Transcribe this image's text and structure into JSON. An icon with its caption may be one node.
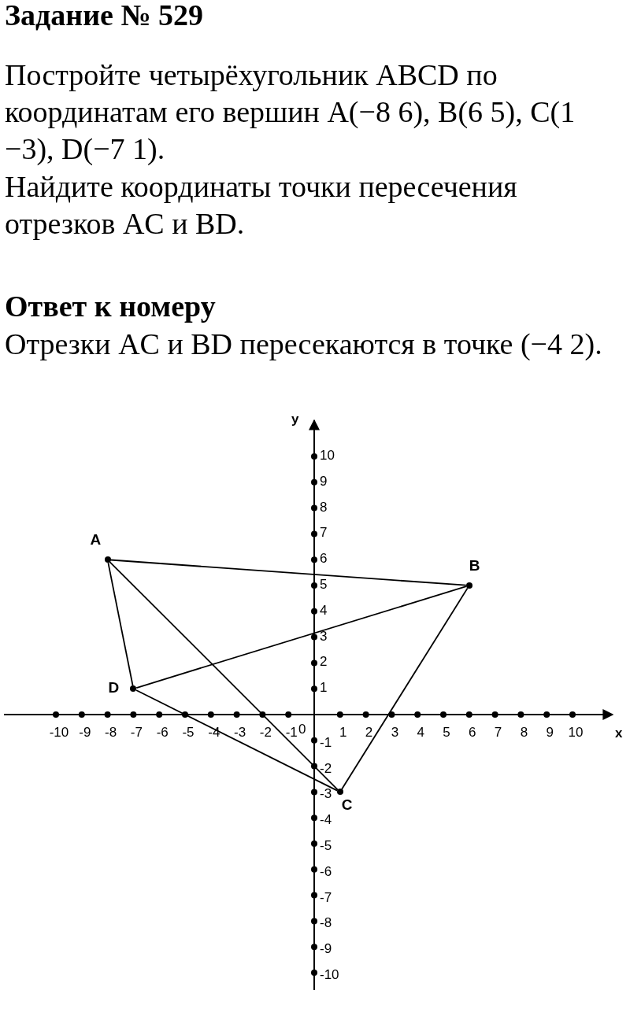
{
  "diagram": {
    "title": "Задание № 529",
    "nodes": [
      {
        "text": [],
        "shape": "circle",
        "beside": [
          "A"
        ]
      },
      {
        "text": [],
        "shape": "circle",
        "beside": [
          "B"
        ]
      },
      {
        "text": [],
        "shape": "circle",
        "beside": [
          "C"
        ]
      },
      {
        "text": [],
        "shape": "circle",
        "beside": [
          "D"
        ]
      }
    ],
    "edges": [
      {
        "from": 0,
        "to": 1,
        "arrow": "none"
      },
      {
        "from": 1,
        "to": 2,
        "arrow": "none"
      },
      {
        "from": 2,
        "to": 3,
        "arrow": "none"
      },
      {
        "from": 3,
        "to": 0,
        "arrow": "none"
      },
      {
        "from": 0,
        "to": 2,
        "arrow": "none"
      },
      {
        "from": 3,
        "to": 1,
        "arrow": "none"
      }
    ],
    "labels": [
      "Постройте четырёхугольник ABCD по координатам его вершин A(−8 6), B(6 5), C(1 −3), D(−7 1).",
      "Найдите координаты точки пересечения отрезков AC и BD.",
      "Ответ к номеру",
      "Отрезки AC и BD пересекаются в точке (−4 2).",
      "y",
      "10",
      "9",
      "8",
      "7",
      "6",
      "5",
      "4",
      "3",
      "2",
      "1",
      "-10",
      "-9",
      "-8",
      "-7",
      "-6",
      "-5",
      "-4",
      "-3",
      "-2",
      "-1",
      "0",
      "1",
      "2",
      "3",
      "4",
      "5",
      "6",
      "7",
      "8",
      "9",
      "10",
      "x",
      "-1",
      "-2",
      "-3",
      "-4",
      "-5",
      "-6",
      "-7",
      "-8",
      "-9",
      "-10"
    ]
  }
}
